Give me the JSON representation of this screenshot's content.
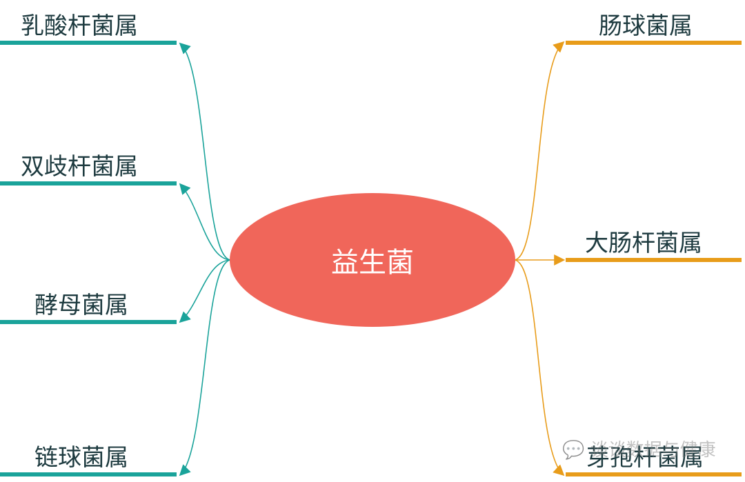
{
  "center": {
    "label": "益生菌",
    "color": "#f0665a"
  },
  "left_branches": [
    {
      "label": "乳酸杆菌属"
    },
    {
      "label": "双歧杆菌属"
    },
    {
      "label": "酵母菌属"
    },
    {
      "label": "链球菌属"
    }
  ],
  "right_branches": [
    {
      "label": "肠球菌属"
    },
    {
      "label": "大肠杆菌属"
    },
    {
      "label": "芽孢杆菌属"
    }
  ],
  "colors": {
    "left": "#1aa39a",
    "right": "#e89c1a",
    "text": "#1d3a3f"
  },
  "watermark": {
    "icon": "wechat-icon",
    "text": "谈谈数据与健康"
  }
}
